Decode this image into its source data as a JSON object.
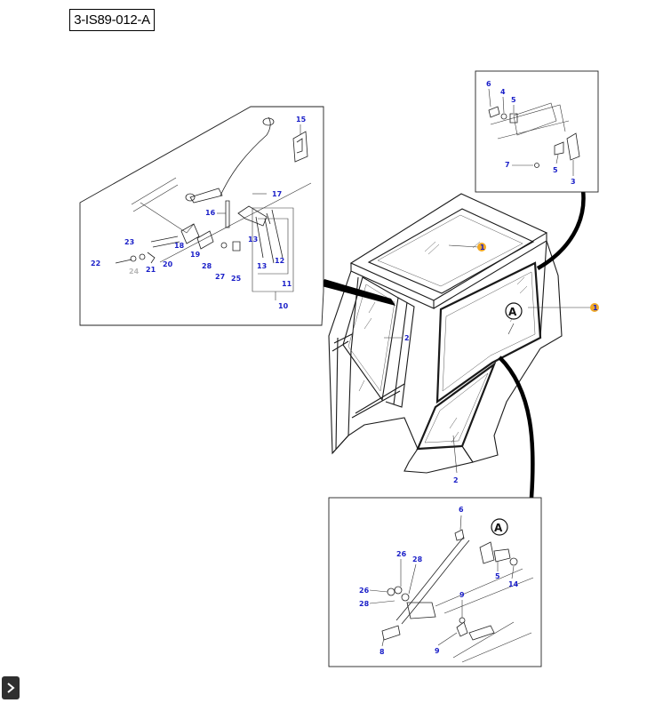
{
  "diagram": {
    "id": "3-IS89-012-A",
    "detail_ref": "A",
    "marker_color": "#f0a827",
    "label_color": "#1a1fc8",
    "labels": {
      "p1_glass": "1",
      "p1_side": "1",
      "p2_center": "2",
      "p2_side": "2",
      "p2_bottom": "2",
      "tr6": "6",
      "tr4": "4",
      "tr5a": "5",
      "tr7": "7",
      "tr5b": "5",
      "tr3": "3",
      "tl15": "15",
      "tl17": "17",
      "tl16": "16",
      "tl13a": "13",
      "tl13b": "13",
      "tl12": "12",
      "tl11": "11",
      "tl10": "10",
      "tl23": "23",
      "tl18": "18",
      "tl19": "19",
      "tl20": "20",
      "tl22": "22",
      "tl24": "24",
      "tl21": "21",
      "tl28": "28",
      "tl27": "27",
      "tl25": "25",
      "br6": "6",
      "br26a": "26",
      "br28a": "28",
      "br26b": "26",
      "br28b": "28",
      "br5": "5",
      "br14": "14",
      "br9a": "9",
      "br9b": "9",
      "br8": "8"
    }
  }
}
